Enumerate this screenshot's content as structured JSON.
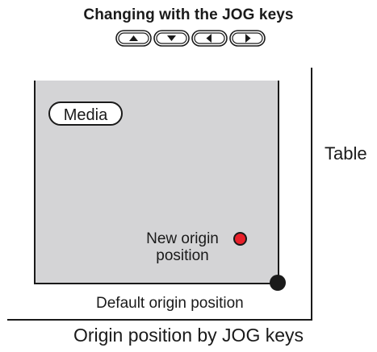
{
  "heading": "Changing with the JOG keys",
  "jog_keys": [
    {
      "icon": "arrow-up-icon"
    },
    {
      "icon": "arrow-down-icon"
    },
    {
      "icon": "arrow-left-icon"
    },
    {
      "icon": "arrow-right-icon"
    }
  ],
  "labels": {
    "media": "Media",
    "table": "Table",
    "new_origin": "New origin position",
    "default_origin": "Default origin position"
  },
  "caption": "Origin position by JOG keys",
  "colors": {
    "media_fill": "#d4d4d6",
    "new_origin_marker": "#e8202a",
    "default_origin_marker": "#1a1a1a",
    "line": "#1a1a1a"
  }
}
